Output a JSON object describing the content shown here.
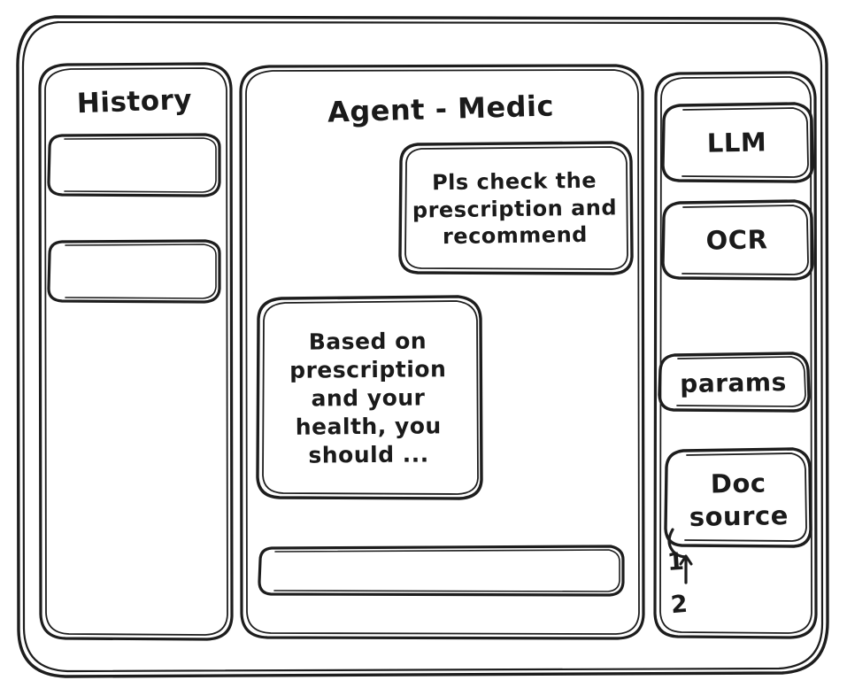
{
  "meta": {
    "style": "hand-drawn wireframe sketch",
    "background_color": "#ffffff",
    "stroke_color": "#1d1d1d"
  },
  "window": {
    "title": "Agent - Medic"
  },
  "sidebar": {
    "title": "History",
    "items": [
      {
        "label": ""
      },
      {
        "label": ""
      }
    ]
  },
  "main": {
    "title": "Agent - Medic",
    "messages": [
      {
        "role": "user",
        "text": "Pls check the prescription and recommend"
      },
      {
        "role": "agent",
        "text": "Based on prescription and your health, you should ..."
      }
    ],
    "composer": {
      "value": "",
      "placeholder": ""
    }
  },
  "tools": {
    "buttons": [
      {
        "label": "LLM"
      },
      {
        "label": "OCR"
      },
      {
        "label": "params"
      }
    ],
    "doc_source": {
      "label": "Doc source",
      "items": [
        {
          "label": "1"
        },
        {
          "label": "2"
        }
      ]
    }
  }
}
